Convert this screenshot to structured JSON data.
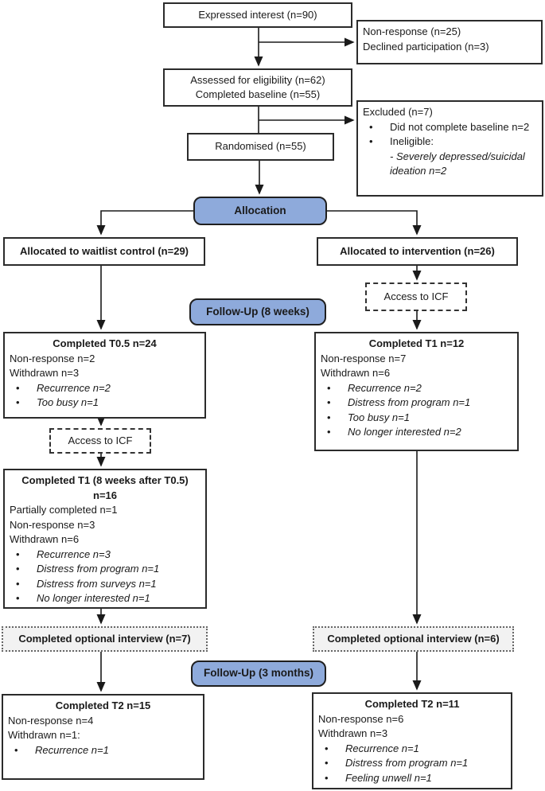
{
  "colors": {
    "accent_blue": "#8EAADB",
    "line_color": "#1a1a1a",
    "interview_bg": "#f2f2f2"
  },
  "flow": {
    "expressed_interest": "Expressed interest (n=90)",
    "non_response_box": {
      "line1": "Non-response (n=25)",
      "line2": "Declined participation (n=3)"
    },
    "assessed": {
      "line1": "Assessed for eligibility (n=62)",
      "line2": "Completed baseline (n=55)"
    },
    "excluded": {
      "title": "Excluded (n=7)",
      "bullet1": "Did not complete baseline n=2",
      "bullet2": "Ineligible:",
      "bullet2_sub": "- Severely depressed/suicidal ideation n=2"
    },
    "randomised": "Randomised (n=55)",
    "allocation_label": "Allocation",
    "waitlist": "Allocated to waitlist control (n=29)",
    "intervention": "Allocated to intervention (n=26)",
    "access_icf_right": "Access to ICF",
    "followup_8w": "Follow-Up (8 weeks)",
    "t05": {
      "title": "Completed T0.5 n=24",
      "line1": "Non-response n=2",
      "line2": "Withdrawn n=3",
      "bullets": [
        "Recurrence n=2",
        "Too busy n=1"
      ]
    },
    "t1_right": {
      "title": "Completed T1 n=12",
      "line1": "Non-response n=7",
      "line2": "Withdrawn n=6",
      "bullets": [
        "Recurrence n=2",
        "Distress from program n=1",
        "Too busy n=1",
        "No longer interested n=2"
      ]
    },
    "access_icf_left": "Access to ICF",
    "t1_left": {
      "title1": "Completed T1 (8 weeks after T0.5)",
      "title2": "n=16",
      "line1": "Partially completed n=1",
      "line2": "Non-response n=3",
      "line3": "Withdrawn n=6",
      "bullets": [
        "Recurrence n=3",
        "Distress from program n=1",
        "Distress from surveys n=1",
        "No longer interested n=1"
      ]
    },
    "interview_left": "Completed optional interview (n=7)",
    "interview_right": "Completed optional interview (n=6)",
    "followup_3m": "Follow-Up (3 months)",
    "t2_left": {
      "title": "Completed T2 n=15",
      "line1": "Non-response n=4",
      "line2": "Withdrawn n=1:",
      "bullets": [
        "Recurrence n=1"
      ]
    },
    "t2_right": {
      "title": "Completed T2 n=11",
      "line1": "Non-response n=6",
      "line2": "Withdrawn n=3",
      "bullets": [
        "Recurrence n=1",
        "Distress from program n=1",
        "Feeling unwell n=1"
      ]
    }
  }
}
